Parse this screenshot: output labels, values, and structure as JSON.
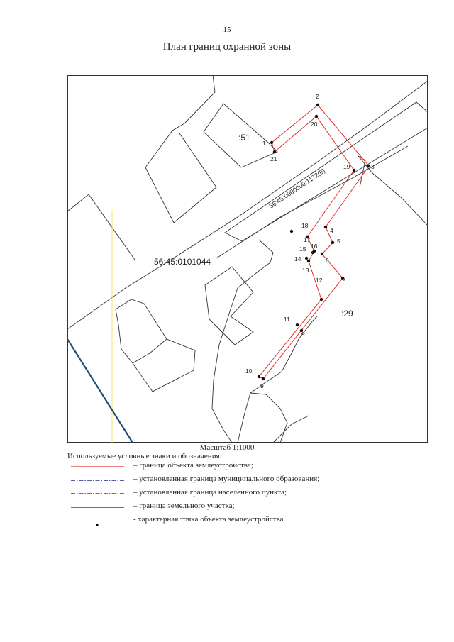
{
  "page_number": "15",
  "title": "План границ охранной зоны",
  "map": {
    "labels": {
      "quarter": "56:45:0101044",
      "road": "56:45:0000000:1172(6)",
      "parcel_51": ":51",
      "parcel_29": ":29"
    },
    "points": [
      {
        "label": "1"
      },
      {
        "label": "2"
      },
      {
        "label": "3"
      },
      {
        "label": "4"
      },
      {
        "label": "5"
      },
      {
        "label": "6"
      },
      {
        "label": "7"
      },
      {
        "label": "8"
      },
      {
        "label": "9"
      },
      {
        "label": "10"
      },
      {
        "label": "11"
      },
      {
        "label": "12"
      },
      {
        "label": "13"
      },
      {
        "label": "14"
      },
      {
        "label": "15"
      },
      {
        "label": "16"
      },
      {
        "label": "17"
      },
      {
        "label": "18"
      },
      {
        "label": "19"
      },
      {
        "label": "20"
      },
      {
        "label": "21"
      }
    ]
  },
  "scale": "Масштаб 1:1000",
  "legend": {
    "title": "Используемые условные знаки и обозначения:",
    "items": [
      {
        "text": "– граница объекта землеустройства;",
        "color": "#e0322c"
      },
      {
        "text": "– установленная граница муниципального образования;",
        "color": "#1e2a8a"
      },
      {
        "text": "– установленная граница населенного пункта;",
        "color": "#8b2a1a"
      },
      {
        "text": "– граница земельного участка;",
        "color": "#1f4e79"
      },
      {
        "text": "- характерная точка объекта землеустройства.",
        "color": "#000000"
      }
    ]
  }
}
